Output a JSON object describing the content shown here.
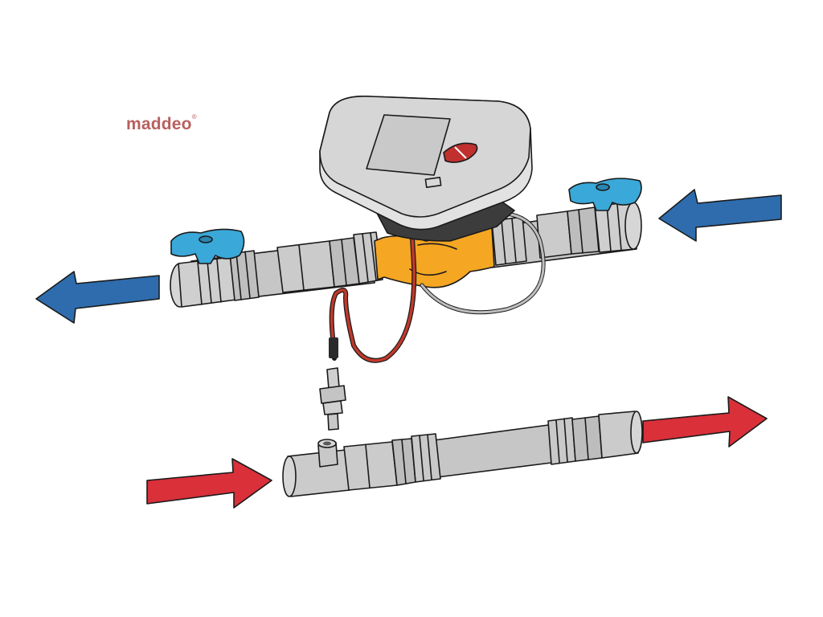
{
  "brand": {
    "name": "maddeo",
    "registered_mark": "®",
    "color": "#b8605e"
  },
  "colors": {
    "supply_arrow": "#d9303a",
    "return_arrow": "#2e6cad",
    "valve_handle": "#3aa8d8",
    "meter_body": "#f5a623",
    "pipe": "#c4c4c4",
    "meter_case": "#e2e2e2",
    "meter_base": "#3c3c3c",
    "sensor_cable": "#c0392b"
  },
  "diagram": {
    "components": [
      "return-pipe-with-heat-meter",
      "supply-pipe-with-sensor-port",
      "ball-valve-left",
      "ball-valve-right",
      "temperature-sensor-probe"
    ],
    "flow": {
      "upper_pipe_direction": "right-to-left",
      "lower_pipe_direction": "left-to-right"
    }
  }
}
